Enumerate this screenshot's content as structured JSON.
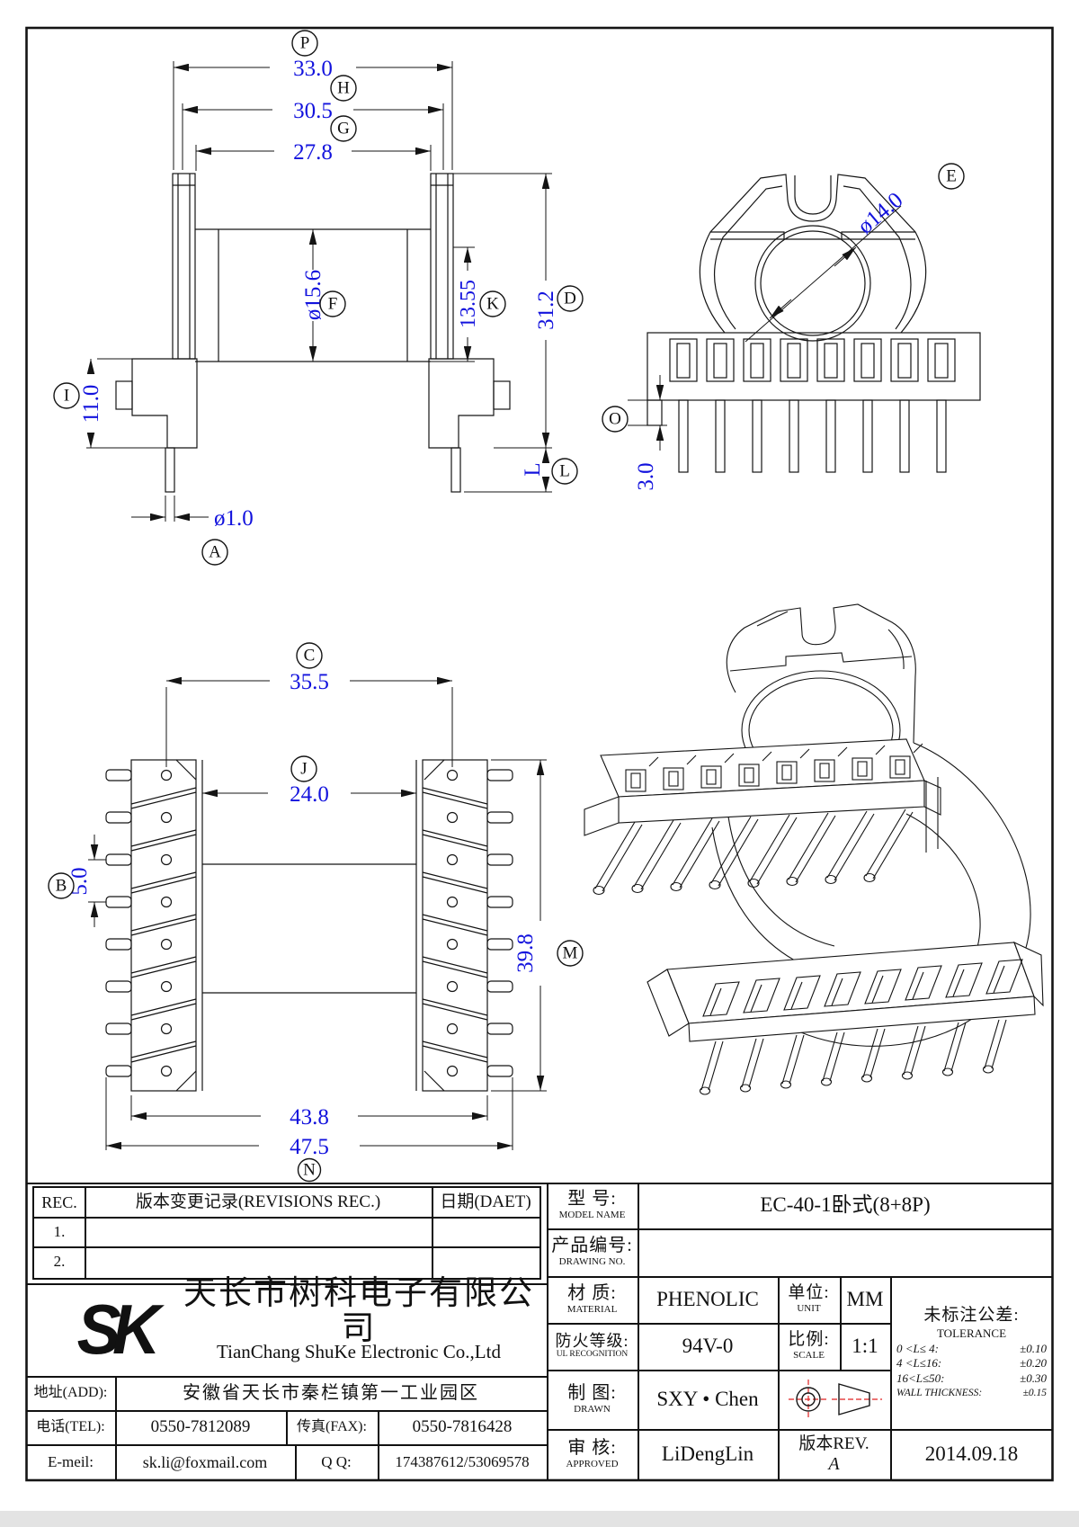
{
  "accent": {
    "dim_color": "#1212dd",
    "line_color": "#141414",
    "symbol_red": "#e02020"
  },
  "dims": {
    "front": {
      "P": "33.0",
      "H": "30.5",
      "G": "27.8",
      "F": "ø15.6",
      "K": "13.55",
      "D": "31.2",
      "I": "11.0",
      "L": "L",
      "A": "ø1.0"
    },
    "side": {
      "E": "ø14.0",
      "O": "3.0"
    },
    "plan": {
      "C": "35.5",
      "J": "24.0",
      "B": "5.0",
      "M": "39.8",
      "W1": "43.8",
      "W2": "47.5"
    }
  },
  "balloons": {
    "A": "A",
    "B": "B",
    "C": "C",
    "D": "D",
    "E": "E",
    "F": "F",
    "G": "G",
    "H": "H",
    "I": "I",
    "J": "J",
    "K": "K",
    "L": "L",
    "M": "M",
    "N": "N",
    "O": "O",
    "P": "P"
  },
  "revision_table": {
    "col_rec": "REC.",
    "col_desc": "版本变更记录(REVISIONS REC.)",
    "col_date": "日期(DAET)",
    "row1": "1.",
    "row2": "2."
  },
  "company": {
    "logo": "SK",
    "name_cn": "天长市树科电子有限公司",
    "name_en": "TianChang ShuKe Electronic Co.,Ltd",
    "addr_label": "地址(ADD):",
    "addr_value": "安徽省天长市秦栏镇第一工业园区",
    "tel_label": "电话(TEL):",
    "tel_value": "0550-7812089",
    "fax_label": "传真(FAX):",
    "fax_value": "0550-7816428",
    "email_label": "E-meil:",
    "email_value": "sk.li@foxmail.com",
    "qq_label": "Q Q:",
    "qq_value": "174387612/53069578"
  },
  "fields": {
    "model_cn": "型  号:",
    "model_en": "MODEL NAME",
    "model_value": "EC-40-1卧式(8+8P)",
    "drawingno_cn": "产品编号:",
    "drawingno_en": "DRAWING NO.",
    "drawingno_value": "",
    "material_cn": "材  质:",
    "material_en": "MATERIAL",
    "material_value": "PHENOLIC",
    "unit_cn": "单位:",
    "unit_en": "UNIT",
    "unit_value": "MM",
    "fire_cn": "防火等级:",
    "fire_en": "UL RECOGNITION",
    "fire_value": "94V-0",
    "scale_cn": "比例:",
    "scale_en": "SCALE",
    "scale_value": "1:1",
    "drawn_cn": "制  图:",
    "drawn_en": "DRAWN",
    "drawn_value": "SXY • Chen",
    "approved_cn": "审  核:",
    "approved_en": "APPROVED",
    "approved_value": "LiDengLin",
    "rev_label": "版本REV.",
    "rev_value": "A",
    "date_value": "2014.09.18"
  },
  "tolerance": {
    "title_cn": "未标注公差:",
    "title_en": "TOLERANCE",
    "l1": "0 <L≤ 4:",
    "v1": "±0.10",
    "l2": "4 <L≤16:",
    "v2": "±0.20",
    "l3": "16<L≤50:",
    "v3": "±0.30",
    "l4": "WALL THICKNESS:",
    "v4": "±0.15"
  }
}
